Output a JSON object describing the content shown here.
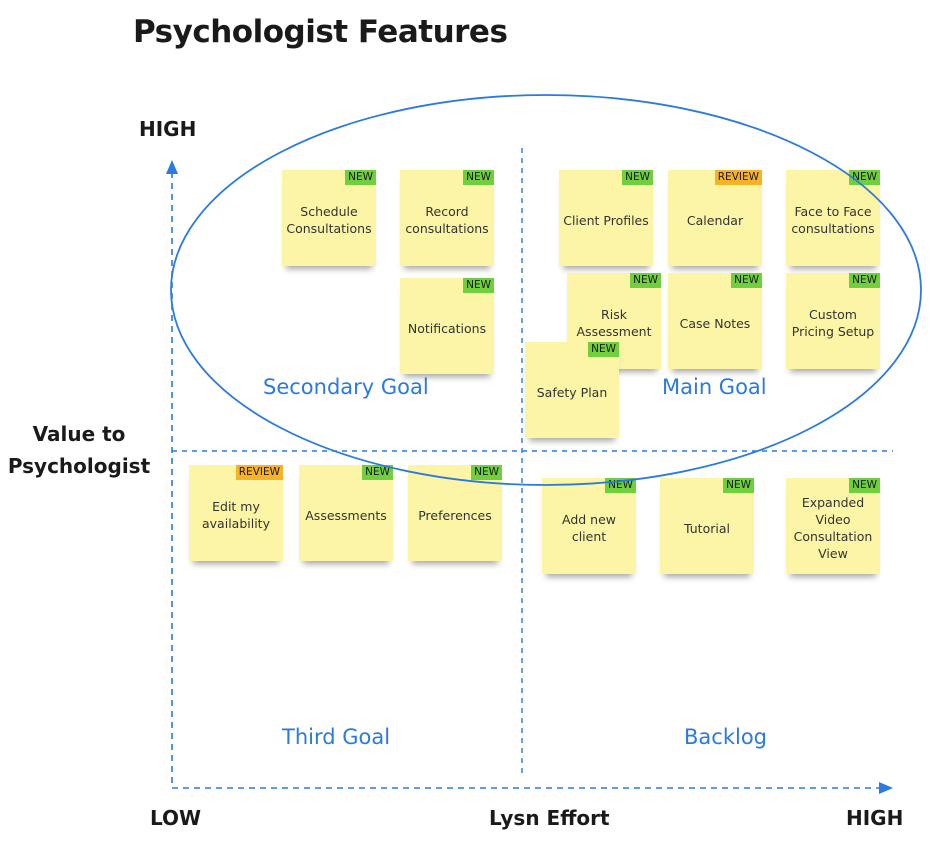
{
  "title": "Psychologist Features",
  "axes": {
    "y_label_line1": "Value to",
    "y_label_line2": "Psychologist",
    "y_high": "HIGH",
    "x_low": "LOW",
    "x_label": "Lysn Effort",
    "x_high": "HIGH"
  },
  "quadrants": {
    "secondary": "Secondary Goal",
    "main": "Main Goal",
    "third": "Third Goal",
    "backlog": "Backlog"
  },
  "colors": {
    "accent": "#2a7ae2",
    "note": "#fdf5a6",
    "badge_new": "#6fcf3c",
    "badge_review": "#f5b325"
  },
  "notes": [
    {
      "id": "schedule-consultations",
      "text": "Schedule Consultations",
      "badge": "NEW"
    },
    {
      "id": "record-consultations",
      "text": "Record consultations",
      "badge": "NEW"
    },
    {
      "id": "notifications",
      "text": "Notifications",
      "badge": "NEW"
    },
    {
      "id": "client-profiles",
      "text": "Client Profiles",
      "badge": "NEW"
    },
    {
      "id": "calendar",
      "text": "Calendar",
      "badge": "REVIEW"
    },
    {
      "id": "face-to-face",
      "text": "Face to Face consultations",
      "badge": "NEW"
    },
    {
      "id": "risk-assessment",
      "text": "Risk Assessment",
      "badge": "NEW"
    },
    {
      "id": "case-notes",
      "text": "Case Notes",
      "badge": "NEW"
    },
    {
      "id": "custom-pricing",
      "text": "Custom Pricing Setup",
      "badge": "NEW"
    },
    {
      "id": "safety-plan",
      "text": "Safety Plan",
      "badge": "NEW"
    },
    {
      "id": "edit-availability",
      "text": "Edit my availability",
      "badge": "REVIEW"
    },
    {
      "id": "assessments",
      "text": "Assessments",
      "badge": "NEW"
    },
    {
      "id": "preferences",
      "text": "Preferences",
      "badge": "NEW"
    },
    {
      "id": "add-new-client",
      "text": "Add new client",
      "badge": "NEW"
    },
    {
      "id": "tutorial",
      "text": "Tutorial",
      "badge": "NEW"
    },
    {
      "id": "expanded-video",
      "text": "Expanded Video Consultation View",
      "badge": "NEW"
    }
  ]
}
